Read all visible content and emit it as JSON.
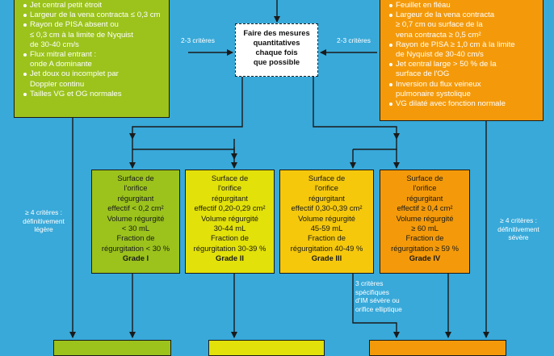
{
  "colors": {
    "background": "#38a9d9",
    "mild": "#9bc31c",
    "moderate": "#e2e10a",
    "moderate_severe": "#f5c80c",
    "severe": "#f49a0a",
    "arrow": "#1a1a1a"
  },
  "left_box": {
    "items": [
      "Jet central petit étroit",
      "Largeur de la vena contracta ≤ 0,3 cm",
      "Rayon de PISA absent ou",
      "≤ 0,3 cm à la limite de Nyquist",
      "de 30-40 cm/s",
      "Flux mitral entrant :",
      "onde A dominante",
      "Jet doux ou incomplet par",
      "Doppler continu",
      "Tailles VG et OG normales"
    ]
  },
  "right_box": {
    "items": [
      "Feuillet en fléau",
      "Largeur de la vena contracta",
      "≥ 0,7 cm ou surface de la",
      "vena contracta ≥ 0,5 cm²",
      "Rayon de PISA ≥ 1,0 cm à la limite",
      "de Nyquist de 30-40 cm/s",
      "Jet central large > 50 % de la",
      "surface de l'OG",
      "Inversion du flux veineux",
      "pulmonaire systolique",
      "VG dilaté avec fonction normale"
    ]
  },
  "center_box": {
    "line1": "Faire des mesures",
    "line2": "quantitatives",
    "line3": "chaque fois",
    "line4": "que possible"
  },
  "labels": {
    "left_criteria": "2-3 critères",
    "right_criteria": "2-3 critères",
    "left_definitive_1": "≥ 4 critères :",
    "left_definitive_2": "définitivement",
    "left_definitive_3": "légère",
    "right_definitive_1": "≥ 4 critères :",
    "right_definitive_2": "définitivement",
    "right_definitive_3": "sévère",
    "specific_1": "3 critères",
    "specific_2": "spécifiques",
    "specific_3": "d'IM sévère ou",
    "specific_4": "orifice elliptique"
  },
  "grades": [
    {
      "lines": [
        "Surface de",
        "l'orifice",
        "régurgitant",
        "effectif < 0,2 cm²",
        "Volume régurgité",
        "< 30 mL",
        "Fraction de",
        "régurgitation < 30 %"
      ],
      "grade": "Grade I"
    },
    {
      "lines": [
        "Surface de",
        "l'orifice",
        "régurgitant",
        "effectif 0,20-0,29 cm²",
        "Volume régurgité",
        "30-44 mL",
        "Fraction de",
        "régurgitation 30-39 %"
      ],
      "grade": "Grade II"
    },
    {
      "lines": [
        "Surface de",
        "l'orifice",
        "régurgitant",
        "effectif 0,30-0,39 cm²",
        "Volume régurgité",
        "45-59 mL",
        "Fraction de",
        "régurgitation 40-49 %"
      ],
      "grade": "Grade III"
    },
    {
      "lines": [
        "Surface de",
        "l'orifice",
        "régurgitant",
        "effectif ≥ 0,4 cm²",
        "Volume régurgité",
        "≥ 60 mL",
        "Fraction de",
        "régurgitation ≥ 59 %"
      ],
      "grade": "Grade IV"
    }
  ]
}
